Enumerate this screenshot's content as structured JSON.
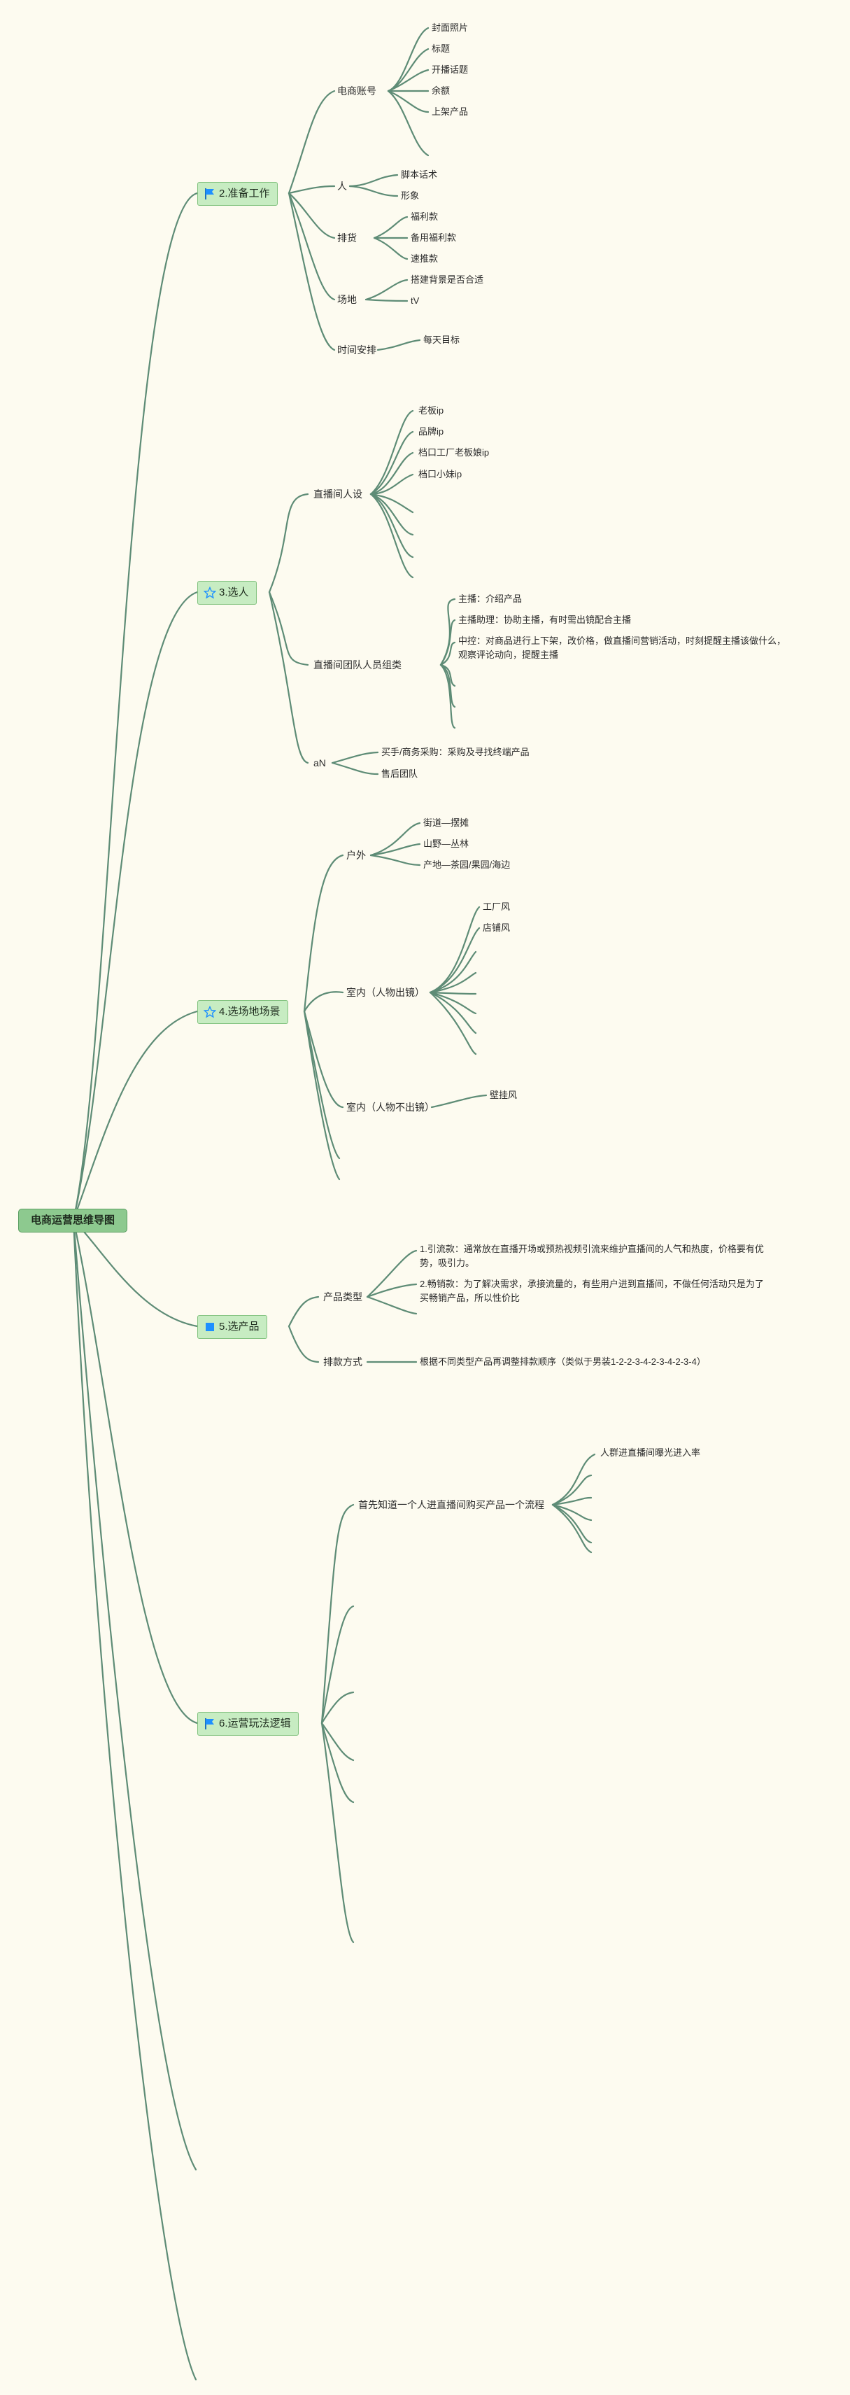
{
  "root": "电商运营思维导图",
  "branches": [
    {
      "label": "2.准备工作",
      "icon": "flag-icon",
      "children": [
        {
          "label": "电商账号",
          "items": [
            "封面照片",
            "标题",
            "开播话题",
            "余额",
            "上架产品"
          ]
        },
        {
          "label": "人",
          "items": [
            "脚本话术",
            "形象"
          ]
        },
        {
          "label": "排货",
          "items": [
            "福利款",
            "备用福利款",
            "速推款"
          ]
        },
        {
          "label": "场地",
          "items": [
            "搭建背景是否合适",
            "tV"
          ]
        },
        {
          "label": "时间安排",
          "items": [
            "每天目标"
          ]
        }
      ]
    },
    {
      "label": "3.选人",
      "icon": "star-icon",
      "children": [
        {
          "label": "直播间人设",
          "items": [
            "老板ip",
            "品牌ip",
            "档口工厂老板娘ip",
            "档口小妹ip"
          ]
        },
        {
          "label": "直播间团队人员组类",
          "items": [
            "主播：介绍产品",
            "主播助理：协助主播，有时需出镜配合主播",
            "中控：对商品进行上下架，改价格，做直播间营销活动，时刻提醒主播该做什么，观察评论动向，提醒主播"
          ]
        },
        {
          "label": "aN",
          "items": [
            "买手/商务采购：采购及寻找终端产品",
            "售后团队"
          ]
        }
      ]
    },
    {
      "label": "4.选场地场景",
      "icon": "star-icon",
      "children": [
        {
          "label": "户外",
          "items": [
            "街道—摆摊",
            "山野—丛林",
            "产地—茶园/果园/海边"
          ]
        },
        {
          "label": "室内（人物出镜）",
          "items": [
            "工厂风",
            "店铺风"
          ]
        },
        {
          "label": "室内（人物不出镜）",
          "items": [
            "壁挂风"
          ]
        }
      ]
    },
    {
      "label": "5.选产品",
      "icon": "",
      "children": [
        {
          "label": "产品类型",
          "items": [
            "1.引流款：通常放在直播开场或预热视频引流来维护直播间的人气和热度，价格要有优势，吸引力。",
            "2.畅销款：为了解决需求，承接流量的，有些用户进到直播间，不做任何活动只是为了买畅销产品，所以性价比"
          ]
        },
        {
          "label": "排款方式",
          "items": [
            "根据不同类型产品再调整排款顺序（类似于男装1-2-2-3-4-2-3-4-2-3-4）"
          ]
        }
      ]
    },
    {
      "label": "6.运营玩法逻辑",
      "icon": "flag-icon",
      "children": [
        {
          "label": "首先知道一个人进直播间购买产品一个流程",
          "items": [
            "人群进直播间曝光进入率"
          ]
        }
      ]
    }
  ]
}
